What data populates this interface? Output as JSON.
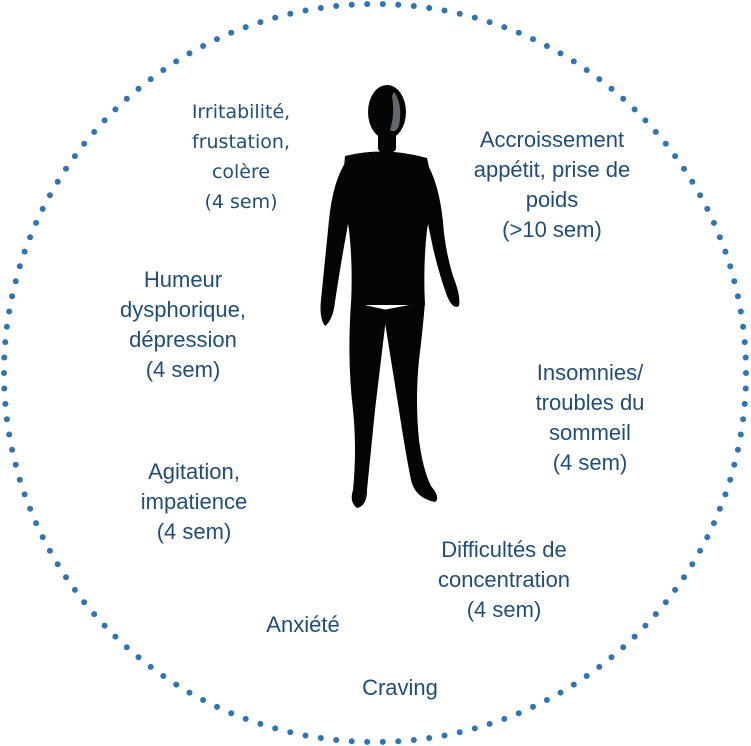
{
  "diagram": {
    "colors": {
      "ring_dots": "#2e75b6",
      "label_text": "#1f4e79",
      "figure": "#050505"
    },
    "figure_icon": "human-silhouette-icon",
    "labels": {
      "irritability": {
        "lines": [
          "Irritabilité,",
          "frustation,",
          "colère",
          "(4 sem)"
        ]
      },
      "appetite": {
        "lines": [
          "Accroissement",
          "appétit, prise de",
          "poids",
          "(>10 sem)"
        ]
      },
      "humeur": {
        "lines": [
          "Humeur",
          "dysphorique,",
          "dépression",
          "(4 sem)"
        ]
      },
      "insomnies": {
        "lines": [
          "Insomnies/",
          "troubles du",
          "sommeil",
          "(4 sem)"
        ]
      },
      "agitation": {
        "lines": [
          "Agitation,",
          "impatience",
          "(4 sem)"
        ]
      },
      "difficultes": {
        "lines": [
          "Difficultés de",
          "concentration",
          "(4 sem)"
        ]
      },
      "anxiete": {
        "lines": [
          "Anxiété"
        ]
      },
      "craving": {
        "lines": [
          "Craving"
        ]
      }
    }
  }
}
